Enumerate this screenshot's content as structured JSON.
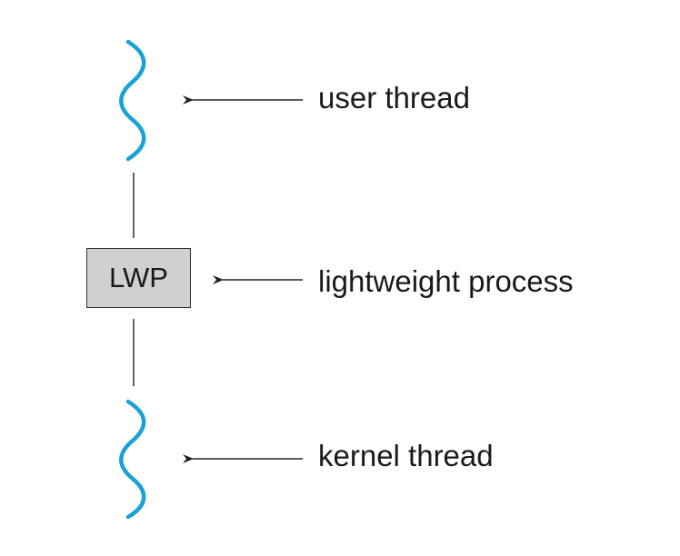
{
  "colors": {
    "thread": "#1aa1d6",
    "box_fill": "#d0d0d0",
    "line": "#333333",
    "text": "#1a1a1a"
  },
  "diagram": {
    "lwp_box_label": "LWP",
    "labels": {
      "user_thread": "user thread",
      "lightweight_process": "lightweight process",
      "kernel_thread": "kernel thread"
    }
  }
}
